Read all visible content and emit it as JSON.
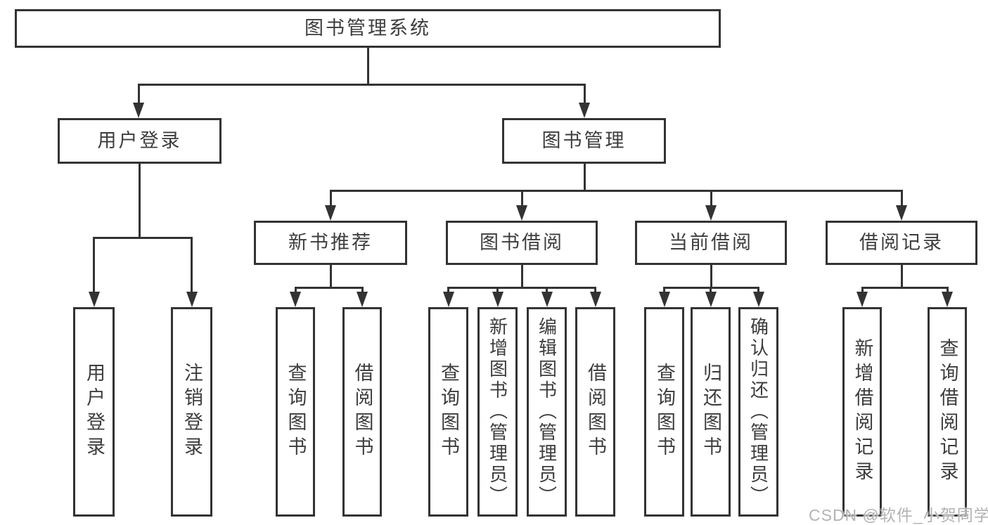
{
  "tree": {
    "root": {
      "label": "图书管理系统"
    },
    "branches": [
      {
        "label": "用户登录",
        "children": [
          {
            "label": "用户登录"
          },
          {
            "label": "注销登录"
          }
        ]
      },
      {
        "label": "图书管理",
        "children": [
          {
            "label": "新书推荐",
            "children": [
              {
                "label": "查询图书"
              },
              {
                "label": "借阅图书"
              }
            ]
          },
          {
            "label": "图书借阅",
            "children": [
              {
                "label": "查询图书"
              },
              {
                "label": "新增图书（管理员）"
              },
              {
                "label": "编辑图书（管理员）"
              },
              {
                "label": "借阅图书"
              }
            ]
          },
          {
            "label": "当前借阅",
            "children": [
              {
                "label": "查询图书"
              },
              {
                "label": "归还图书"
              },
              {
                "label": "确认归还（管理员）"
              }
            ]
          },
          {
            "label": "借阅记录",
            "children": [
              {
                "label": "新增借阅记录"
              },
              {
                "label": "查询借阅记录"
              }
            ]
          }
        ]
      }
    ]
  },
  "watermark": "CSDN @软件_小贺同学",
  "colors": {
    "line": "#333333",
    "text": "#3d3d3d",
    "watermark": "#b3b3b3",
    "background": "#ffffff"
  }
}
